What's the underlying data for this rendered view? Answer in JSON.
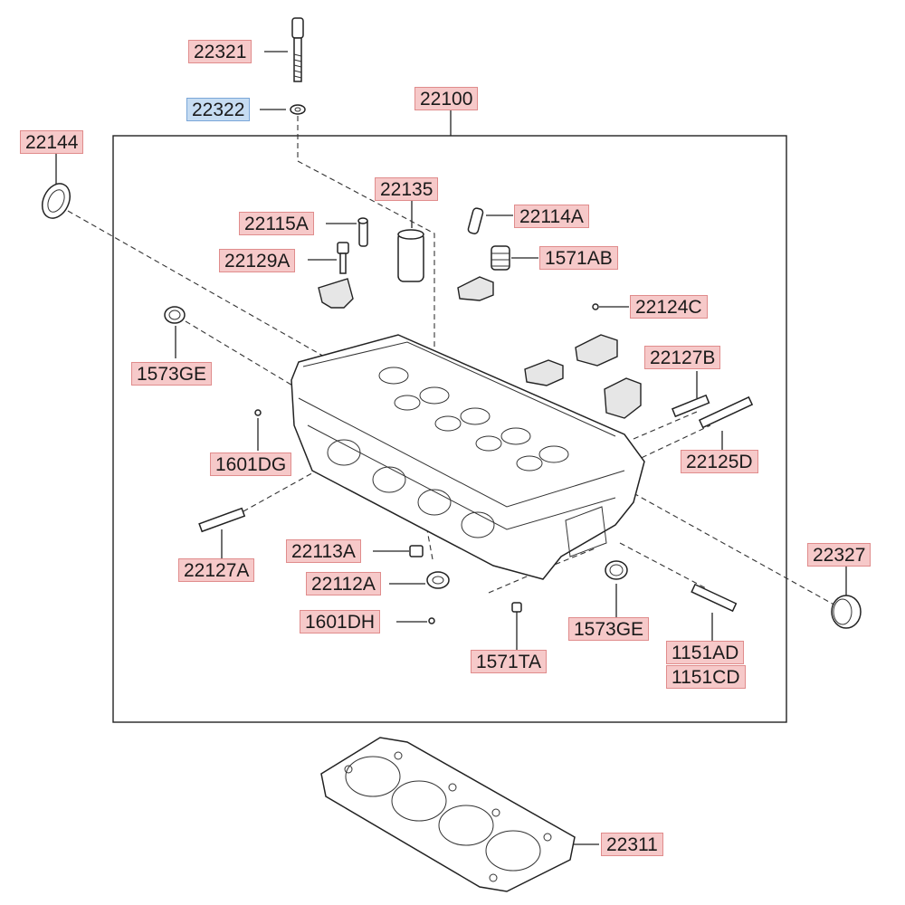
{
  "colors": {
    "label_red": "#f6c9c9",
    "label_blue": "#c6dcf2",
    "line": "#222222"
  },
  "labels": {
    "p22321": "22321",
    "p22322": "22322",
    "p22100": "22100",
    "p22144": "22144",
    "p22135": "22135",
    "p22115A": "22115A",
    "p22114A": "22114A",
    "p22129A": "22129A",
    "p1571AB": "1571AB",
    "p22124C": "22124C",
    "p1573GE_left": "1573GE",
    "p22127B": "22127B",
    "p1601DG": "1601DG",
    "p22125D": "22125D",
    "p22327": "22327",
    "p22127A": "22127A",
    "p22113A": "22113A",
    "p22112A": "22112A",
    "p1601DH": "1601DH",
    "p1573GE_right": "1573GE",
    "p1151AD": "1151AD",
    "p1151CD": "1151CD",
    "p1571TA": "1571TA",
    "p22311": "22311"
  }
}
